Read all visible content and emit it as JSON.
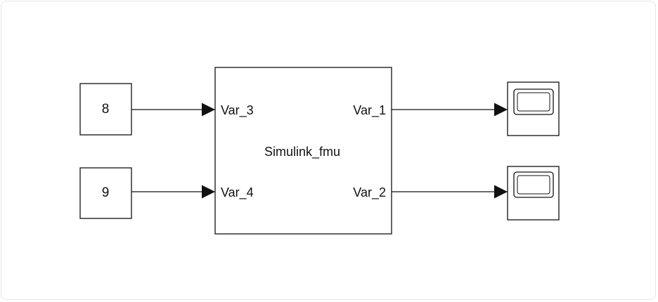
{
  "constants": [
    {
      "id": "const-1",
      "value": "8"
    },
    {
      "id": "const-2",
      "value": "9"
    }
  ],
  "fmu_block": {
    "name": "Simulink_fmu",
    "inputs": [
      "Var_3",
      "Var_4"
    ],
    "outputs": [
      "Var_1",
      "Var_2"
    ]
  },
  "scopes": [
    {
      "id": "scope-1",
      "icon": "scope-icon"
    },
    {
      "id": "scope-2",
      "icon": "scope-icon"
    }
  ],
  "colors": {
    "line": "#111111",
    "background": "#ffffff"
  }
}
